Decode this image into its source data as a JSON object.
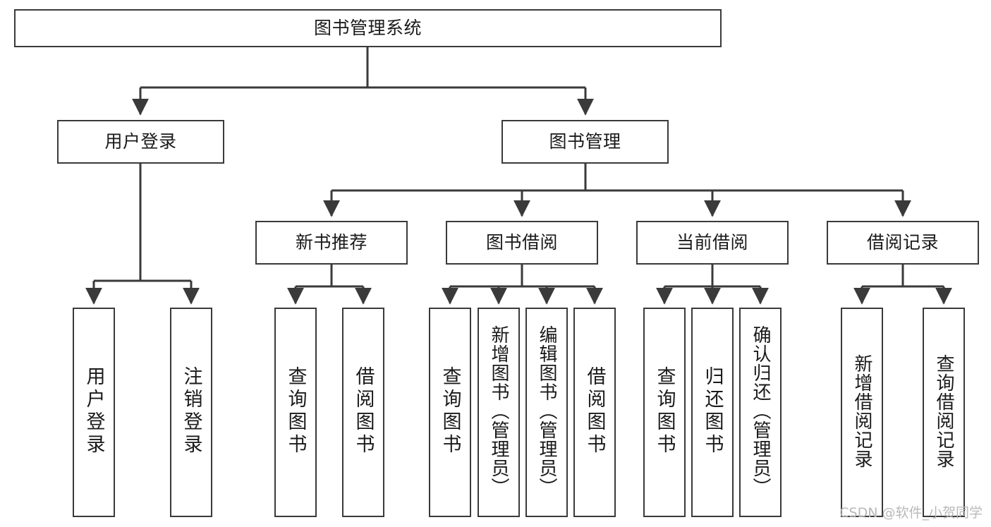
{
  "diagram": {
    "type": "tree-hierarchy",
    "title": "图书管理系统",
    "watermark": "CSDN @软件_小贺同学",
    "colors": {
      "box_border": "#3a3a3a",
      "box_fill": "#ffffff",
      "edge": "#3a3a3a",
      "text": "#1a1a1a",
      "watermark": "#b9b9b9"
    },
    "nodes": {
      "root": {
        "label": "图书管理系统"
      },
      "level2": [
        {
          "label": "用户登录"
        },
        {
          "label": "图书管理"
        }
      ],
      "level3": [
        {
          "label": "新书推荐"
        },
        {
          "label": "图书借阅"
        },
        {
          "label": "当前借阅"
        },
        {
          "label": "借阅记录"
        }
      ],
      "leaves": {
        "user_login": [
          {
            "label": "用户登录"
          },
          {
            "label": "注销登录"
          }
        ],
        "new_book": [
          {
            "label": "查询图书"
          },
          {
            "label": "借阅图书"
          }
        ],
        "book_borrow": [
          {
            "label": "查询图书"
          },
          {
            "label": "新增图书（管理员）"
          },
          {
            "label": "编辑图书（管理员）"
          },
          {
            "label": "借阅图书"
          }
        ],
        "current_borrow": [
          {
            "label": "查询图书"
          },
          {
            "label": "归还图书"
          },
          {
            "label": "确认归还（管理员）"
          }
        ],
        "borrow_record": [
          {
            "label": "新增借阅记录"
          },
          {
            "label": "查询借阅记录"
          }
        ]
      }
    }
  }
}
